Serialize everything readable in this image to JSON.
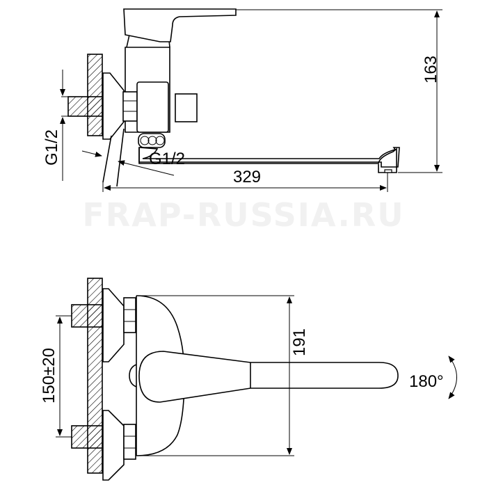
{
  "watermark": "FRAP-RUSSIA.RU",
  "side_view": {
    "height_dim": "163",
    "length_dim": "329",
    "inlet_thread_left": "G1/2",
    "inlet_thread_angled": "G1/2"
  },
  "front_view": {
    "height_dim": "191",
    "inlet_spacing_dim": "150±20",
    "handle_rotation": "180°"
  },
  "colors": {
    "line": "#000000",
    "watermark": "#f1f1f1",
    "background": "#ffffff"
  }
}
